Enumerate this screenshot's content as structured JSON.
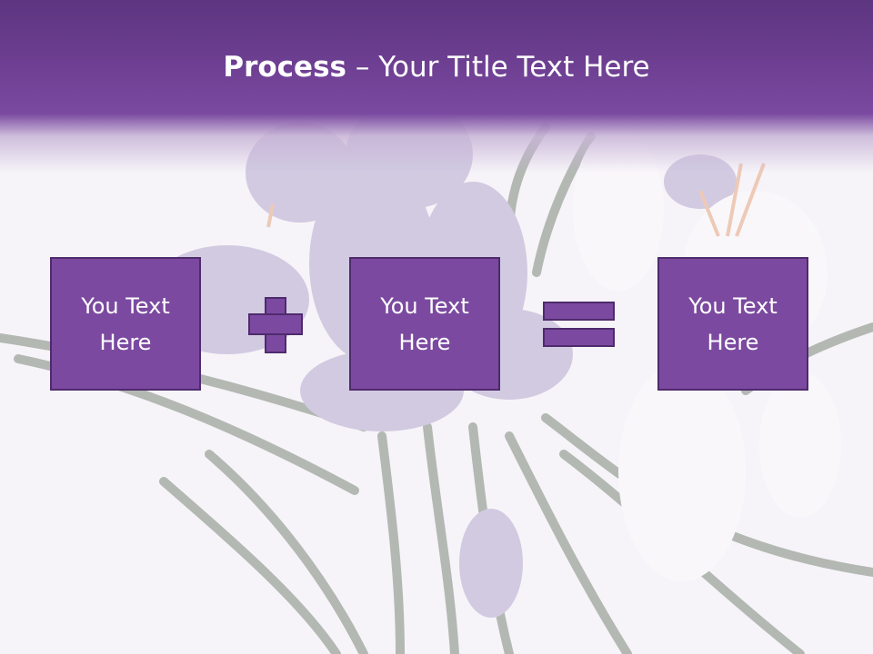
{
  "slide": {
    "title_strong": "Process",
    "title_rest": " – Your Title Text Here",
    "boxes": [
      {
        "label": "You Text Here"
      },
      {
        "label": "You Text Here"
      },
      {
        "label": "You Text Here"
      }
    ],
    "operators": [
      "plus-icon",
      "equals-icon"
    ],
    "colors": {
      "header": "#6b3d8f",
      "box_fill": "#7b4aa0",
      "box_border": "#4f2a6d",
      "background": "#f6f4f8"
    }
  }
}
